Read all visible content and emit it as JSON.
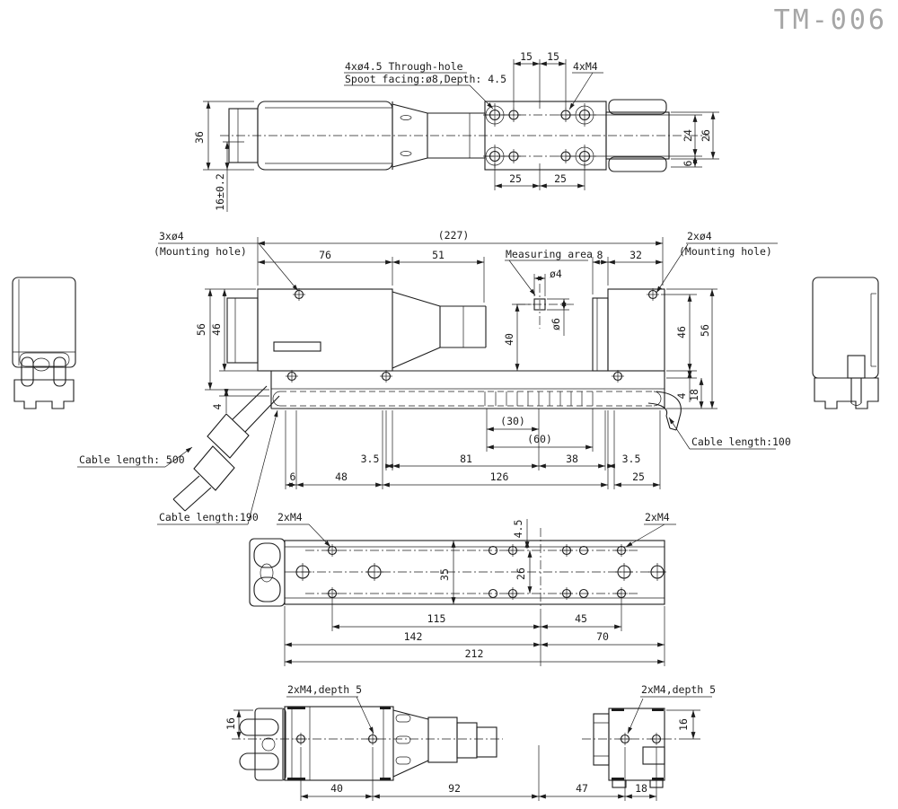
{
  "title": "TM-006",
  "top_view": {
    "note_through_hole_1": "4xø4.5 Through-hole",
    "note_through_hole_2": "Spoot facing:ø8,Depth: 4.5",
    "note_m4": "4xM4",
    "dim_pitch_15_left": "15",
    "dim_pitch_15_right": "15",
    "dim_width_36": "36",
    "dim_table_16": "16±0.2",
    "dim_24": "24",
    "dim_26": "26",
    "dim_6": "6",
    "dim_25_left": "25",
    "dim_25_right": "25"
  },
  "front_view": {
    "dim_overall_227": "(227)",
    "note_mount3_1": "3xø4",
    "note_mount3_2": "(Mounting hole)",
    "note_mount2_1": "2xø4",
    "note_mount2_2": "(Mounting hole)",
    "label_measuring_area": "Measuring area",
    "dim_76": "76",
    "dim_51": "51",
    "dim_8": "8",
    "dim_32": "32",
    "dim_dia4": "ø4",
    "dim_dia6": "ø6",
    "dim_40": "40",
    "dim_left_56": "56",
    "dim_left_46": "46",
    "dim_left_4": "4",
    "dim_right_46": "46",
    "dim_right_56": "56",
    "dim_right_4": "4",
    "dim_right_18": "18",
    "dim_30": "(30)",
    "dim_60": "(60)",
    "dim_3_5_left": "3.5",
    "dim_81": "81",
    "dim_38": "38",
    "dim_3_5_right": "3.5",
    "dim_6": "6",
    "dim_48": "48",
    "dim_126": "126",
    "dim_25": "25",
    "note_cable_500": "Cable length: 500",
    "note_cable_190": "Cable length:190",
    "note_cable_100": "Cable length:100"
  },
  "rail_view": {
    "note_m4_left": "2xM4",
    "note_m4_right": "2xM4",
    "dim_4_5": "4.5",
    "dim_35": "35",
    "dim_26": "26",
    "dim_115": "115",
    "dim_45": "45",
    "dim_142": "142",
    "dim_70": "70",
    "dim_212": "212"
  },
  "detail_view": {
    "note_m4_depth_left": "2xM4,depth 5",
    "note_m4_depth_right": "2xM4,depth 5",
    "dim_16_left": "16",
    "dim_16_right": "16",
    "dim_40": "40",
    "dim_92": "92",
    "dim_47": "47",
    "dim_18": "18"
  }
}
